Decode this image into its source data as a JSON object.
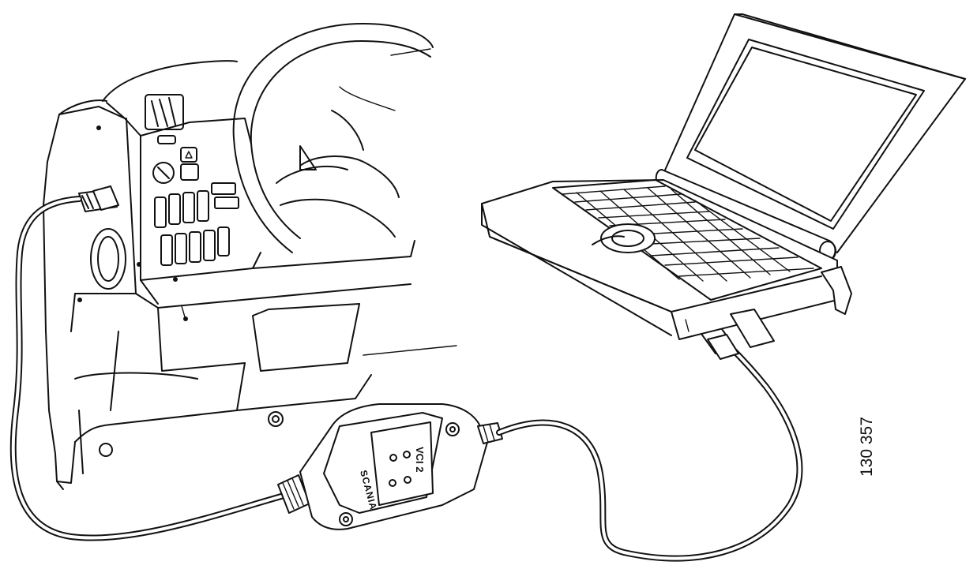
{
  "figure": {
    "number": "130 357"
  },
  "device": {
    "model_label": "VCI 2",
    "brand_label": "SCANIA"
  },
  "parts": [
    {
      "name": "vehicle-dashboard"
    },
    {
      "name": "diagnostic-socket"
    },
    {
      "name": "vci-interface-unit"
    },
    {
      "name": "usb-cable"
    },
    {
      "name": "laptop-computer"
    }
  ]
}
